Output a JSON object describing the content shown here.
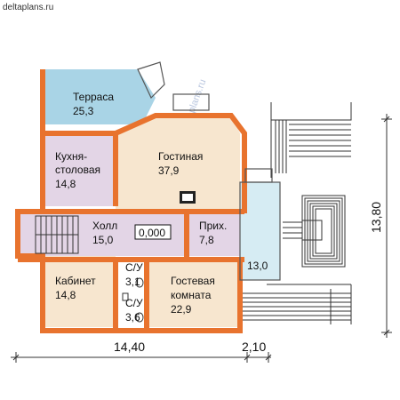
{
  "site_label": "deltaplans.ru",
  "watermark": "deltaplans.ru",
  "rooms": {
    "terrace": {
      "name": "Терраса",
      "area": "25,3"
    },
    "kitchen": {
      "name1": "Кухня-",
      "name2": "столовая",
      "area": "14,8"
    },
    "living": {
      "name": "Гостиная",
      "area": "37,9"
    },
    "hall": {
      "name": "Холл",
      "area": "15,0"
    },
    "level_mark": "0,000",
    "entry": {
      "name": "Прих.",
      "area": "7,8"
    },
    "study": {
      "name": "Кабинет",
      "area": "14,8"
    },
    "bath1": {
      "name": "С/У",
      "area": "3,1"
    },
    "bath2": {
      "name": "С/У",
      "area": "3,6"
    },
    "guest": {
      "name1": "Гостевая",
      "name2": "комната",
      "area": "22,9"
    },
    "porch": {
      "area": "13,0"
    }
  },
  "dimensions": {
    "width_main": "14,40",
    "width_extra": "2,10",
    "height": "13,80"
  },
  "colors": {
    "wall": "#e8732e",
    "terrace_fill": "#a9d4e6",
    "living_fill": "#f7e6cf",
    "kitchen_fill": "#e3d5e6",
    "hall_fill": "#e3d5e6",
    "room_fill": "#f7e6cf",
    "porch_fill": "#d6ecf3"
  }
}
